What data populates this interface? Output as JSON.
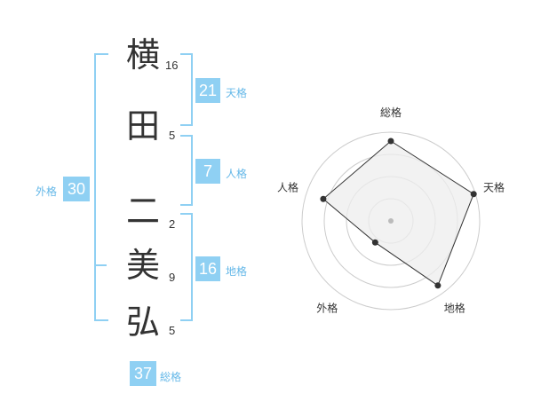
{
  "characters": [
    {
      "char": "横",
      "strokes": "16"
    },
    {
      "char": "田",
      "strokes": "5"
    },
    {
      "char": "二",
      "strokes": "2"
    },
    {
      "char": "美",
      "strokes": "9"
    },
    {
      "char": "弘",
      "strokes": "5"
    }
  ],
  "fortunes": {
    "tenkaku": {
      "label": "天格",
      "value": "21"
    },
    "jinkaku": {
      "label": "人格",
      "value": "7"
    },
    "chikaku": {
      "label": "地格",
      "value": "16"
    },
    "gaikaku": {
      "label": "外格",
      "value": "30"
    },
    "soukaku": {
      "label": "総格",
      "value": "37"
    }
  },
  "chart_data": {
    "type": "radar",
    "axes": [
      "総格",
      "天格",
      "地格",
      "外格",
      "人格"
    ],
    "values": [
      0.9,
      0.98,
      0.9,
      0.3,
      0.8
    ],
    "scale_max": 1,
    "rings": 4,
    "colors": {
      "fill": "#eeeeee",
      "line": "#333333",
      "grid": "#cccccc",
      "point": "#333333"
    }
  },
  "colors": {
    "accent": "#8fd0f3",
    "label": "#65b8e8"
  }
}
